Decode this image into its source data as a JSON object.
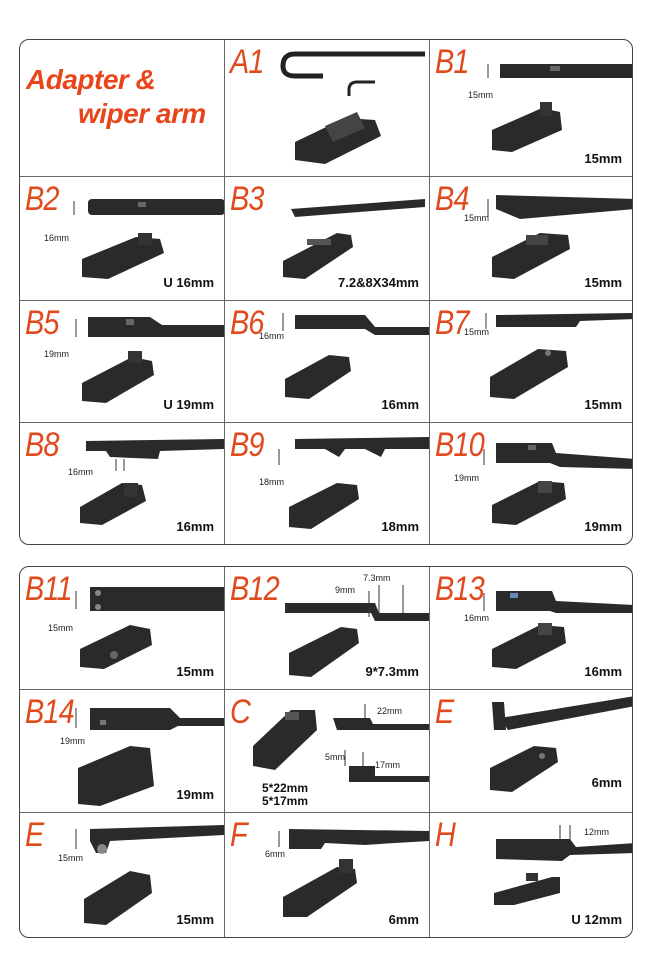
{
  "title": {
    "line1": "Adapter &",
    "line2": "wiper arm"
  },
  "top_cells": [
    {
      "code": "A1",
      "size": "",
      "dims": []
    },
    {
      "code": "B1",
      "size": "15mm",
      "dims": [
        "15mm"
      ]
    },
    {
      "code": "B2",
      "size": "U 16mm",
      "dims": [
        "16mm"
      ]
    },
    {
      "code": "B3",
      "size": "7.2&8X34mm",
      "dims": []
    },
    {
      "code": "B4",
      "size": "15mm",
      "dims": [
        "15mm"
      ]
    },
    {
      "code": "B5",
      "size": "U 19mm",
      "dims": [
        "19mm"
      ]
    },
    {
      "code": "B6",
      "size": "16mm",
      "dims": [
        "16mm"
      ]
    },
    {
      "code": "B7",
      "size": "15mm",
      "dims": [
        "15mm"
      ]
    },
    {
      "code": "B8",
      "size": "16mm",
      "dims": [
        "16mm"
      ]
    },
    {
      "code": "B9",
      "size": "18mm",
      "dims": [
        "18mm"
      ]
    },
    {
      "code": "B10",
      "size": "19mm",
      "dims": [
        "19mm"
      ]
    }
  ],
  "bottom_cells": [
    {
      "code": "B11",
      "size": "15mm",
      "dims": [
        "15mm"
      ]
    },
    {
      "code": "B12",
      "size": "9*7.3mm",
      "dims": [
        "7.3mm",
        "9mm"
      ]
    },
    {
      "code": "B13",
      "size": "16mm",
      "dims": [
        "16mm"
      ]
    },
    {
      "code": "B14",
      "size": "19mm",
      "dims": [
        "19mm"
      ]
    },
    {
      "code": "C",
      "size_lines": [
        "5*22mm",
        "5*17mm"
      ],
      "dims": [
        "22mm",
        "5mm",
        "17mm"
      ]
    },
    {
      "code": "E",
      "size": "6mm",
      "dims": []
    },
    {
      "code": "E",
      "size": "15mm",
      "dims": [
        "15mm"
      ]
    },
    {
      "code": "F",
      "size": "6mm",
      "dims": [
        "6mm"
      ]
    },
    {
      "code": "H",
      "size": "U 12mm",
      "dims": [
        "12mm"
      ]
    }
  ],
  "colors": {
    "accent": "#e04a1c",
    "border": "#444444",
    "part": "#2a2a2a"
  }
}
